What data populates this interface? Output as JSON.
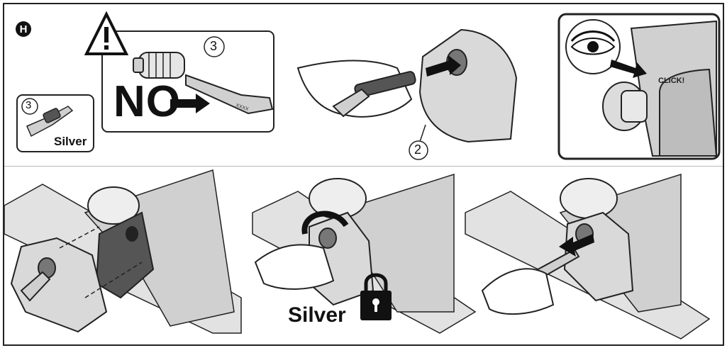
{
  "step": {
    "letter": "H"
  },
  "warning": {
    "no_label": "NO",
    "part_number": "3"
  },
  "part_card": {
    "number": "3",
    "label": "Silver"
  },
  "insert_panel": {
    "part_number": "2"
  },
  "click_panel": {
    "label": "CLICK!"
  },
  "lock_panel": {
    "label": "Silver"
  },
  "colors": {
    "outline": "#222222",
    "cover_fill": "#d9d9d9",
    "dark_cover": "#555555",
    "rail": "#e2e2e2"
  },
  "icons": [
    "warning-triangle-icon",
    "eye-icon",
    "padlock-icon",
    "arrow-icon",
    "rotate-arrow-icon",
    "key-icon"
  ]
}
